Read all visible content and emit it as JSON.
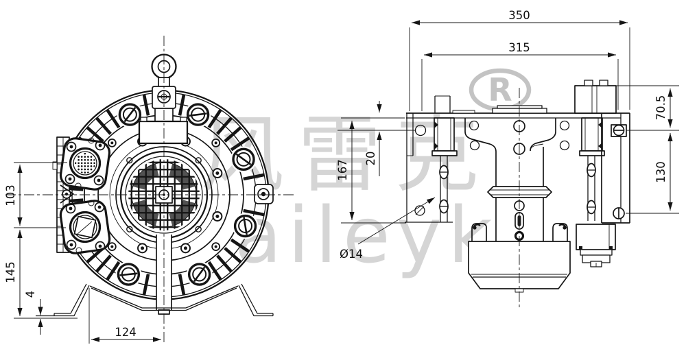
{
  "drawing": {
    "watermark": {
      "cn_text": "风雷克",
      "latin_text": "aileyk",
      "reg_symbol": "R"
    },
    "dimensions": {
      "overall_width": "350",
      "flange_width": "315",
      "top_to_bracket_hole": "70.5",
      "bracket_hole_spacing": "130",
      "flange_height": "167",
      "hole_edge_offset": "20",
      "mount_hole_diameter": "Ø14",
      "port_center_spacing": "103",
      "center_to_base": "145",
      "foot_plate_thickness": "4",
      "foot_spacing": "124"
    }
  }
}
